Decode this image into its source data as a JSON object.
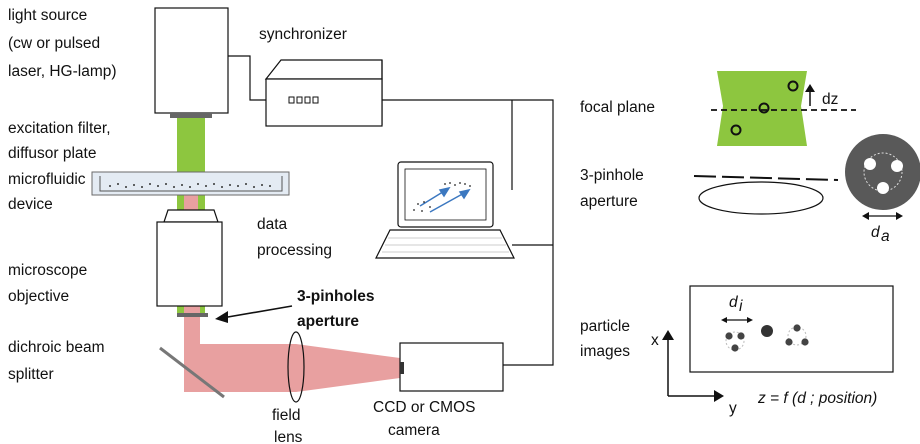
{
  "labels": {
    "light_source": [
      "light source",
      "(cw or pulsed",
      "laser, HG-lamp)"
    ],
    "synchronizer": "synchronizer",
    "excitation_filter": [
      "excitation filter,",
      "diffusor plate"
    ],
    "microfluidic_device": [
      "microfluidic",
      "device"
    ],
    "data_processing": [
      "data",
      "processing"
    ],
    "microscope_objective": [
      "microscope",
      "objective"
    ],
    "pinholes_aperture": [
      "3-pinholes",
      "aperture"
    ],
    "dichroic_splitter": [
      "dichroic beam",
      "splitter"
    ],
    "field_lens": [
      "field",
      "lens"
    ],
    "camera": [
      "CCD or CMOS",
      "camera"
    ],
    "focal_plane": "focal plane",
    "dz": "dz",
    "three_pinhole_aperture": [
      "3-pinhole",
      "aperture"
    ],
    "d_a": "d",
    "d_a_sub": "a",
    "particle_images": [
      "particle",
      "images"
    ],
    "d_i": "d",
    "d_i_sub": "i",
    "axis_x": "x",
    "axis_y": "y",
    "formula": "z = f (d ; position)"
  },
  "colors": {
    "green_beam": "#8dc63f",
    "red_beam": "#e8a0a0",
    "aperture_disk": "#595959",
    "outline": "#111111"
  }
}
